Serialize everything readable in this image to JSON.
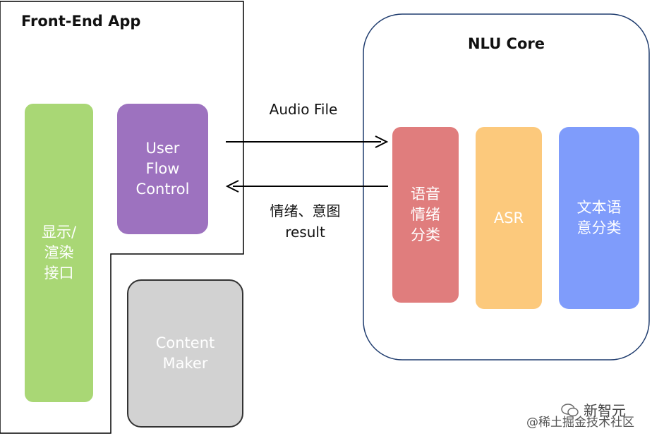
{
  "front_end": {
    "title": "Front-End App"
  },
  "nlu": {
    "title": "NLU Core"
  },
  "boxes": {
    "display": "显示/\n渲染\n接口",
    "user_flow": "User\nFlow\nControl",
    "content_maker": "Content\nMaker",
    "emotion": "语音\n情绪\n分类",
    "asr": "ASR",
    "text_intent": "文本语\n意分类"
  },
  "arrows": {
    "audio": "Audio File",
    "result": "情绪、意图\nresult"
  },
  "watermark": {
    "brand": "新智元",
    "site": "@稀土掘金技术社区"
  },
  "colors": {
    "display": "#a9d775",
    "user_flow": "#9d72bf",
    "content_maker": "#d2d2d2",
    "emotion": "#e07d7d",
    "asr": "#fcc97c",
    "text_intent": "#7f9cfb",
    "nlu_border": "#1f3c6e"
  }
}
